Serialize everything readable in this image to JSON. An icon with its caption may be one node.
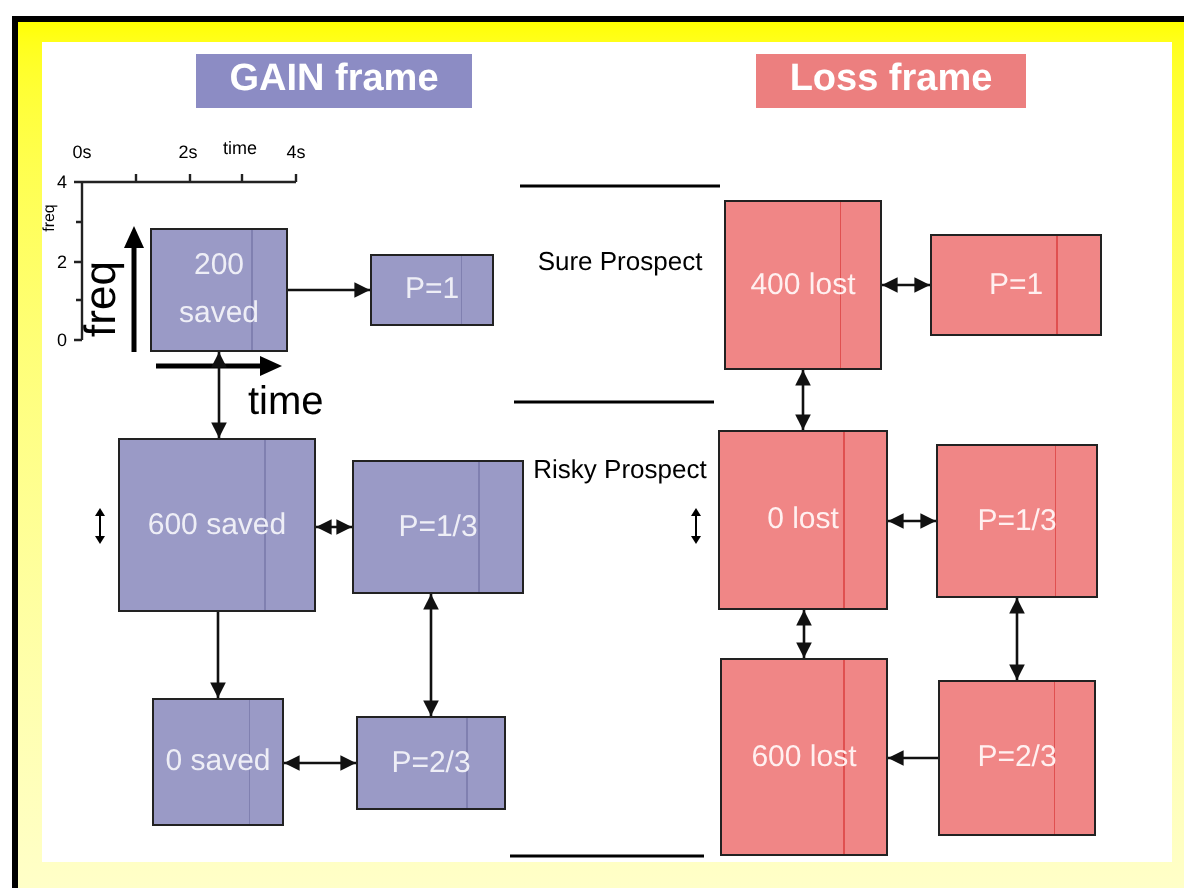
{
  "diagram": {
    "nodes": [
      {
        "text": [
          "GAIN frame"
        ]
      },
      {
        "text": [
          "Loss frame"
        ]
      },
      {
        "text": [
          "200 saved"
        ]
      },
      {
        "text": [
          "P=1"
        ]
      },
      {
        "text": [
          "600 saved"
        ]
      },
      {
        "text": [
          "P=1/3"
        ]
      },
      {
        "text": [
          "0 saved"
        ]
      },
      {
        "text": [
          "P=2/3"
        ]
      },
      {
        "text": [
          "400 lost"
        ]
      },
      {
        "text": [
          "P=1"
        ]
      },
      {
        "text": [
          "0 lost"
        ]
      },
      {
        "text": [
          "P=1/3"
        ]
      },
      {
        "text": [
          "600 lost"
        ]
      },
      {
        "text": [
          "P=2/3"
        ]
      }
    ],
    "edges": [
      {
        "from": 2,
        "to": 3,
        "arrow": "to"
      },
      {
        "from": 2,
        "to": 4,
        "arrow": "both"
      },
      {
        "from": 4,
        "to": 5,
        "arrow": "both"
      },
      {
        "from": 4,
        "to": 6,
        "arrow": "to"
      },
      {
        "from": 5,
        "to": 7,
        "arrow": "both"
      },
      {
        "from": 6,
        "to": 7,
        "arrow": "both"
      },
      {
        "from": 8,
        "to": 9,
        "arrow": "both"
      },
      {
        "from": 8,
        "to": 10,
        "arrow": "both"
      },
      {
        "from": 10,
        "to": 11,
        "arrow": "both"
      },
      {
        "from": 10,
        "to": 12,
        "arrow": "both"
      },
      {
        "from": 11,
        "to": 13,
        "arrow": "both"
      },
      {
        "from": 13,
        "to": 12,
        "arrow": "to"
      }
    ],
    "labels": [
      "0s",
      "2s",
      "time",
      "4s",
      "4",
      "freq",
      "2",
      "0",
      "freq",
      "Sure Prospect",
      "time",
      "Risky Prospect"
    ]
  }
}
